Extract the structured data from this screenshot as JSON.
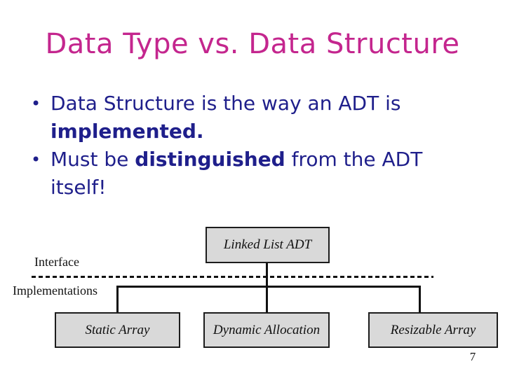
{
  "slide": {
    "title": "Data Type vs. Data Structure",
    "bullet_char": "•",
    "bullets": {
      "b1_line1": "Data Structure is the way an ADT is",
      "b1_line2_bold": "implemented.",
      "b2_line1_pre": "Must be ",
      "b2_line1_bold": "distinguished",
      "b2_line1_post": " from the ADT",
      "b2_line2": "itself!"
    },
    "page_number": "7"
  },
  "diagram": {
    "interface_label": "Interface",
    "implementations_label": "Implementations",
    "root_box": "Linked List ADT",
    "implementation_boxes": [
      "Static Array",
      "Dynamic Allocation",
      "Resizable Array"
    ]
  },
  "colors": {
    "title": "#c4268e",
    "body_text": "#1f1f8b",
    "box_fill": "#d9d9d9",
    "box_border": "#1c1c1c",
    "line": "#111111",
    "label_text": "#111111",
    "background": "#ffffff"
  }
}
